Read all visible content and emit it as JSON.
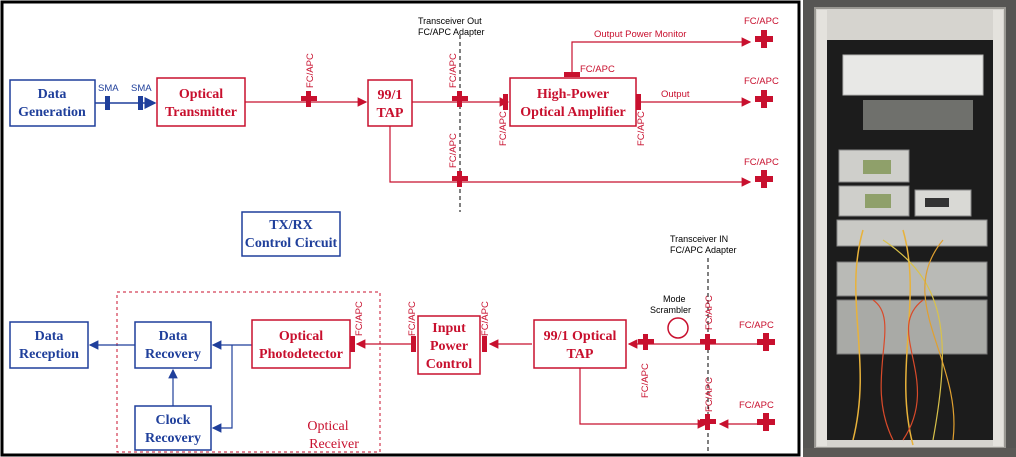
{
  "diagram": {
    "data_generation": [
      "Data",
      "Generation"
    ],
    "sma_1": "SMA",
    "sma_2": "SMA",
    "optical_transmitter": [
      "Optical",
      "Transmitter"
    ],
    "tap_top": [
      "99/1",
      "TAP"
    ],
    "transceiver_out": [
      "Transceiver Out",
      "FC/APC Adapter"
    ],
    "amplifier": [
      "High-Power",
      "Optical Amplifier"
    ],
    "output_power_monitor": "Output Power Monitor",
    "output": "Output",
    "fc_apc": "FC/APC",
    "control": [
      "TX/RX",
      "Control Circuit"
    ],
    "transceiver_in": [
      "Transceiver IN",
      "FC/APC Adapter"
    ],
    "mode_scrambler": [
      "Mode",
      "Scrambler"
    ],
    "data_reception": [
      "Data",
      "Reception"
    ],
    "data_recovery": [
      "Data",
      "Recovery"
    ],
    "clock_recovery": [
      "Clock",
      "Recovery"
    ],
    "photodetector": [
      "Optical",
      "Photodetector"
    ],
    "input_power_control": [
      "Input",
      "Power",
      "Control"
    ],
    "tap_bottom": [
      "99/1 Optical",
      "TAP"
    ],
    "optical_receiver": [
      "Optical",
      "Receiver"
    ]
  },
  "colors": {
    "red": "#c8102e",
    "blue": "#1f3f9b",
    "border": "#000000"
  }
}
